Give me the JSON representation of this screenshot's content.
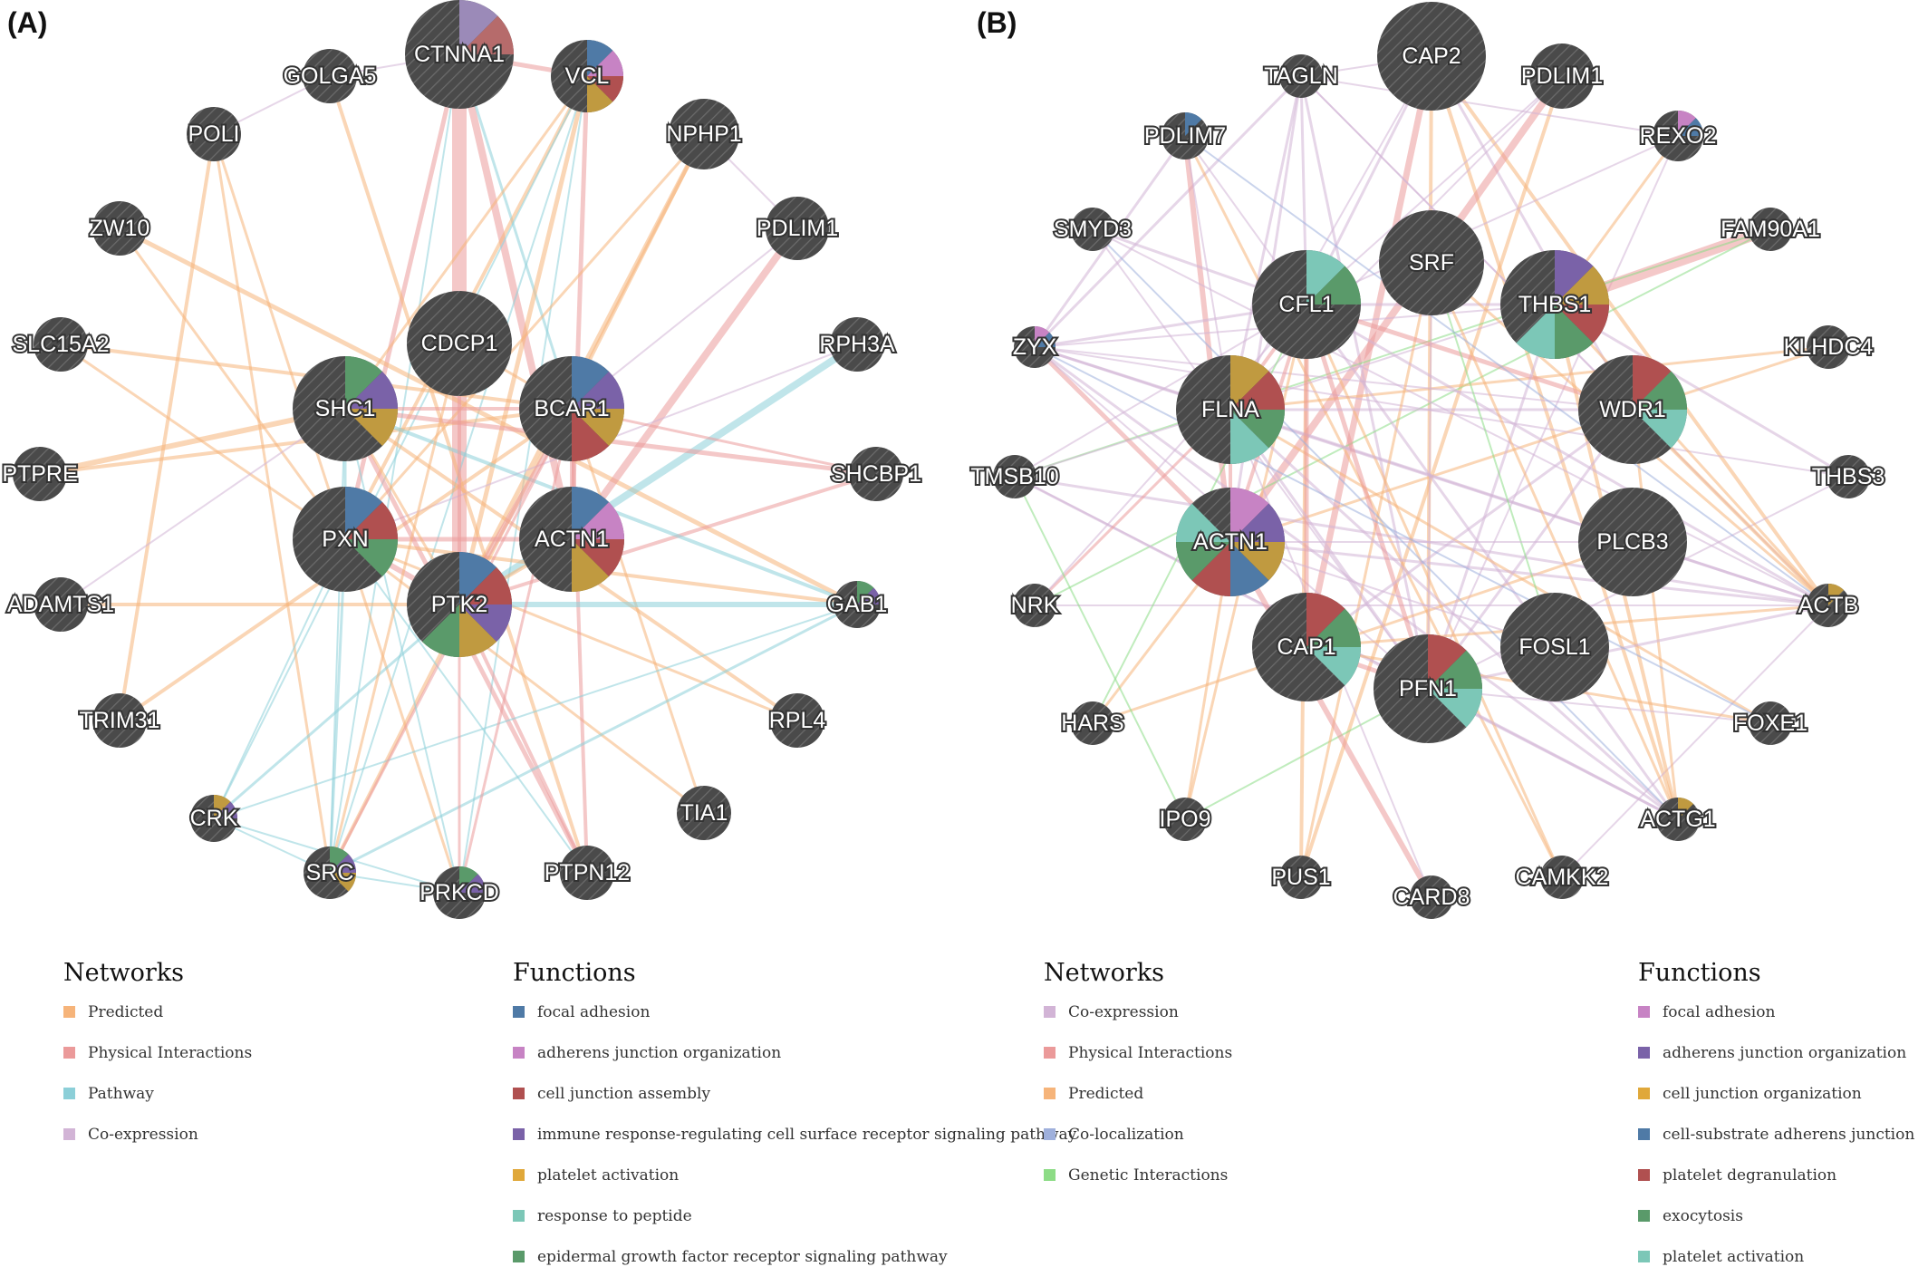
{
  "panels": [
    {
      "label": "(A)",
      "nodes": [
        {
          "id": "CTNNA1",
          "label": "CTNNA1",
          "size": "xl",
          "slices": [
            "#9b8ab8",
            "#b66b6b"
          ]
        },
        {
          "id": "VCL",
          "label": "VCL",
          "size": "m",
          "slices": [
            "#4f7aa6",
            "#c783c4",
            "#b05050",
            "#c09a40"
          ]
        },
        {
          "id": "GOLGA5",
          "label": "GOLGA5",
          "size": "s",
          "slices": []
        },
        {
          "id": "POLI",
          "label": "POLI",
          "size": "s",
          "slices": []
        },
        {
          "id": "NPHP1",
          "label": "NPHP1",
          "size": "m",
          "slices": []
        },
        {
          "id": "ZW10",
          "label": "ZW10",
          "size": "s",
          "slices": []
        },
        {
          "id": "PDLIM1",
          "label": "PDLIM1",
          "size": "m",
          "slices": []
        },
        {
          "id": "CDCP1",
          "label": "CDCP1",
          "size": "l",
          "slices": []
        },
        {
          "id": "SLC15A2",
          "label": "SLC15A2",
          "size": "s",
          "slices": []
        },
        {
          "id": "RPH3A",
          "label": "RPH3A",
          "size": "s",
          "slices": []
        },
        {
          "id": "SHC1",
          "label": "SHC1",
          "size": "l",
          "slices": [
            "#5a9a6a",
            "#7a62a8",
            "#c09a40"
          ]
        },
        {
          "id": "BCAR1",
          "label": "BCAR1",
          "size": "l",
          "slices": [
            "#4f7aa6",
            "#7a62a8",
            "#c09a40",
            "#b05050"
          ]
        },
        {
          "id": "PTPRE",
          "label": "PTPRE",
          "size": "s",
          "slices": []
        },
        {
          "id": "SHCBP1",
          "label": "SHCBP1",
          "size": "s",
          "slices": []
        },
        {
          "id": "PXN",
          "label": "PXN",
          "size": "l",
          "slices": [
            "#4f7aa6",
            "#b05050",
            "#5a9a6a"
          ]
        },
        {
          "id": "ACTN1",
          "label": "ACTN1",
          "size": "l",
          "slices": [
            "#4f7aa6",
            "#c783c4",
            "#b05050",
            "#c09a40"
          ]
        },
        {
          "id": "ADAMTS1",
          "label": "ADAMTS1",
          "size": "s",
          "slices": []
        },
        {
          "id": "PTK2",
          "label": "PTK2",
          "size": "l",
          "slices": [
            "#4f7aa6",
            "#b05050",
            "#7a62a8",
            "#c09a40",
            "#5a9a6a"
          ]
        },
        {
          "id": "GAB1",
          "label": "GAB1",
          "size": "xs",
          "slices": [
            "#5a9a6a",
            "#7a62a8"
          ]
        },
        {
          "id": "TRIM31",
          "label": "TRIM31",
          "size": "s",
          "slices": []
        },
        {
          "id": "RPL4",
          "label": "RPL4",
          "size": "s",
          "slices": []
        },
        {
          "id": "CRK",
          "label": "CRK",
          "size": "xs",
          "slices": [
            "#c09a40",
            "#7a62a8"
          ]
        },
        {
          "id": "TIA1",
          "label": "TIA1",
          "size": "s",
          "slices": []
        },
        {
          "id": "SRC",
          "label": "SRC",
          "size": "xs",
          "slices": [
            "#5a9a6a",
            "#7a62a8",
            "#c09a40"
          ]
        },
        {
          "id": "PRKCD",
          "label": "PRKCD",
          "size": "xs",
          "slices": [
            "#5a9a6a",
            "#7a62a8"
          ]
        },
        {
          "id": "PTPN12",
          "label": "PTPN12",
          "size": "s",
          "slices": []
        }
      ],
      "legends": {
        "networks": {
          "title": "Networks",
          "items": [
            {
              "label": "Predicted",
              "color": "#f6b47a"
            },
            {
              "label": "Physical Interactions",
              "color": "#eb9a9a"
            },
            {
              "label": "Pathway",
              "color": "#8ccfd8"
            },
            {
              "label": "Co-expression",
              "color": "#d2b4d6"
            }
          ]
        },
        "functions": {
          "title": "Functions",
          "items": [
            {
              "label": "focal adhesion",
              "color": "#4f7aa6"
            },
            {
              "label": "adherens junction organization",
              "color": "#c783c4"
            },
            {
              "label": "cell junction assembly",
              "color": "#b05050"
            },
            {
              "label": "immune response-regulating cell surface receptor signaling pathway",
              "color": "#7a62a8"
            },
            {
              "label": "platelet activation",
              "color": "#e0a83a"
            },
            {
              "label": "response to peptide",
              "color": "#7cc7b7"
            },
            {
              "label": "epidermal growth factor receptor signaling pathway",
              "color": "#5a9a6a"
            }
          ]
        }
      }
    },
    {
      "label": "(B)",
      "nodes": [
        {
          "id": "CAP2",
          "label": "CAP2",
          "size": "xl",
          "slices": []
        },
        {
          "id": "TAGLN",
          "label": "TAGLN",
          "size": "s",
          "slices": []
        },
        {
          "id": "PDLIM1",
          "label": "PDLIM1",
          "size": "m",
          "slices": []
        },
        {
          "id": "PDLIM7",
          "label": "PDLIM7",
          "size": "s",
          "slices": [
            "#4f7aa6"
          ]
        },
        {
          "id": "REXO2",
          "label": "REXO2",
          "size": "s",
          "slices": [
            "#c783c4",
            "#4f7aa6"
          ]
        },
        {
          "id": "SMYD3",
          "label": "SMYD3",
          "size": "s",
          "slices": []
        },
        {
          "id": "FAM90A1",
          "label": "FAM90A1",
          "size": "s",
          "slices": []
        },
        {
          "id": "SRF",
          "label": "SRF",
          "size": "l",
          "slices": []
        },
        {
          "id": "CFL1",
          "label": "CFL1",
          "size": "l",
          "slices": [
            "#7cc7b7",
            "#5a9a6a"
          ]
        },
        {
          "id": "THBS1",
          "label": "THBS1",
          "size": "l",
          "slices": [
            "#7a62a8",
            "#c09a40",
            "#b05050",
            "#5a9a6a",
            "#7cc7b7"
          ]
        },
        {
          "id": "ZYX",
          "label": "ZYX",
          "size": "xs",
          "slices": [
            "#c783c4",
            "#4f7aa6"
          ]
        },
        {
          "id": "KLHDC4",
          "label": "KLHDC4",
          "size": "s",
          "slices": []
        },
        {
          "id": "FLNA",
          "label": "FLNA",
          "size": "l",
          "slices": [
            "#c09a40",
            "#b05050",
            "#5a9a6a",
            "#7cc7b7"
          ]
        },
        {
          "id": "WDR1",
          "label": "WDR1",
          "size": "l",
          "slices": [
            "#b05050",
            "#5a9a6a",
            "#7cc7b7"
          ]
        },
        {
          "id": "TMSB10",
          "label": "TMSB10",
          "size": "s",
          "slices": []
        },
        {
          "id": "THBS3",
          "label": "THBS3",
          "size": "s",
          "slices": []
        },
        {
          "id": "ACTN1",
          "label": "ACTN1",
          "size": "l",
          "slices": [
            "#c783c4",
            "#7a62a8",
            "#c09a40",
            "#4f7aa6",
            "#b05050",
            "#5a9a6a",
            "#7cc7b7"
          ]
        },
        {
          "id": "PLCB3",
          "label": "PLCB3",
          "size": "l",
          "slices": []
        },
        {
          "id": "NRK",
          "label": "NRK",
          "size": "s",
          "slices": []
        },
        {
          "id": "ACTB",
          "label": "ACTB",
          "size": "s",
          "slices": [
            "#c09a40"
          ]
        },
        {
          "id": "CAP1",
          "label": "CAP1",
          "size": "l",
          "slices": [
            "#b05050",
            "#5a9a6a",
            "#7cc7b7"
          ]
        },
        {
          "id": "FOSL1",
          "label": "FOSL1",
          "size": "l",
          "slices": []
        },
        {
          "id": "PFN1",
          "label": "PFN1",
          "size": "l",
          "slices": [
            "#b05050",
            "#5a9a6a",
            "#7cc7b7"
          ]
        },
        {
          "id": "HARS",
          "label": "HARS",
          "size": "s",
          "slices": []
        },
        {
          "id": "FOXE1",
          "label": "FOXE1",
          "size": "s",
          "slices": []
        },
        {
          "id": "IPO9",
          "label": "IPO9",
          "size": "s",
          "slices": []
        },
        {
          "id": "ACTG1",
          "label": "ACTG1",
          "size": "s",
          "slices": [
            "#c09a40"
          ]
        },
        {
          "id": "PUS1",
          "label": "PUS1",
          "size": "s",
          "slices": []
        },
        {
          "id": "CARD8",
          "label": "CARD8",
          "size": "s",
          "slices": []
        },
        {
          "id": "CAMKK2",
          "label": "CAMKK2",
          "size": "s",
          "slices": []
        }
      ],
      "legends": {
        "networks": {
          "title": "Networks",
          "items": [
            {
              "label": "Co-expression",
              "color": "#d2b4d6"
            },
            {
              "label": "Physical Interactions",
              "color": "#eb9a9a"
            },
            {
              "label": "Predicted",
              "color": "#f6b47a"
            },
            {
              "label": "Co-localization",
              "color": "#9fb0dc"
            },
            {
              "label": "Genetic Interactions",
              "color": "#8ddc86"
            }
          ]
        },
        "functions": {
          "title": "Functions",
          "items": [
            {
              "label": "focal adhesion",
              "color": "#c783c4"
            },
            {
              "label": "adherens junction organization",
              "color": "#7a62a8"
            },
            {
              "label": "cell junction organization",
              "color": "#e0a83a"
            },
            {
              "label": "cell-substrate adherens junction",
              "color": "#4f7aa6"
            },
            {
              "label": "platelet degranulation",
              "color": "#b05050"
            },
            {
              "label": "exocytosis",
              "color": "#5a9a6a"
            },
            {
              "label": "platelet activation",
              "color": "#7cc7b7"
            }
          ]
        }
      }
    }
  ]
}
